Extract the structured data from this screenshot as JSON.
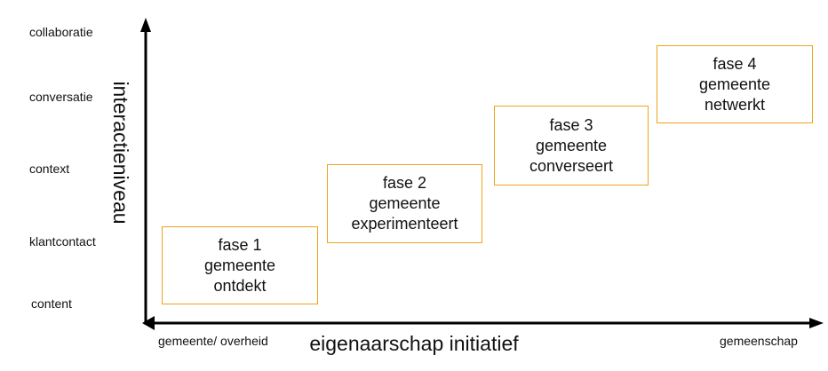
{
  "y_axis": {
    "title": "interactieniveau",
    "levels": [
      "collaboratie",
      "conversatie",
      "context",
      "klantcontact",
      "content"
    ]
  },
  "x_axis": {
    "title": "eigenaarschap initiatief",
    "start_label": "gemeente/ overheid",
    "end_label": "gemeenschap"
  },
  "phases": [
    {
      "name": "fase 1",
      "subject": "gemeente",
      "action": "ontdekt"
    },
    {
      "name": "fase 2",
      "subject": "gemeente",
      "action": "experimenteert"
    },
    {
      "name": "fase 3",
      "subject": "gemeente",
      "action": "converseert"
    },
    {
      "name": "fase 4",
      "subject": "gemeente",
      "action": "netwerkt"
    }
  ],
  "colors": {
    "box_border": "#f0a21b",
    "axis": "#000000",
    "text": "#111111"
  }
}
